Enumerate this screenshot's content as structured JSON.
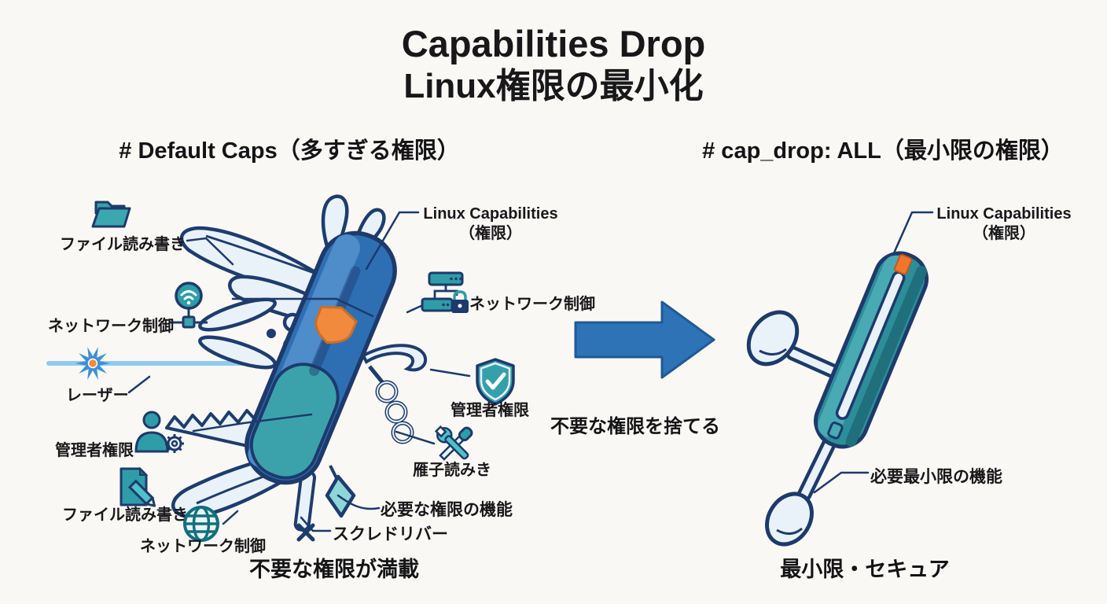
{
  "title": {
    "line1": "Capabilities Drop",
    "line2": "Linux権限の最小化"
  },
  "left_panel": {
    "header": "# Default Caps（多すぎる権限）",
    "labels": {
      "file_rw_top": "ファイル読み書き",
      "network_top": "ネットワーク制御",
      "laser": "レーザー",
      "admin_left": "管理者権限",
      "file_rw_bottom": "ファイル読み書き",
      "network_bottom": "ネットワーク制御",
      "linux_caps_line1": "Linux Capabilities",
      "linux_caps_line2": "（権限）",
      "network_right": "ネットワーク制御",
      "admin_right": "管理者権限",
      "tools": "雁子読みき",
      "required_func": "必要な権限の機能",
      "screwdriver": "スクレドリバー"
    },
    "caption": "不要な権限が満載"
  },
  "center": {
    "caption": "不要な権限を捨てる"
  },
  "right_panel": {
    "header": "# cap_drop: ALL（最小限の権限）",
    "labels": {
      "linux_caps_line1": "Linux Capabilities",
      "linux_caps_line2": "（権限）",
      "min_func": "必要最小限の機能"
    },
    "caption": "最小限・セキュア"
  },
  "icons": {
    "file_rw_top": "folder-icon",
    "network_top": "wifi-antenna-icon",
    "laser": "laser-beam-starburst-icon",
    "admin_left": "user-gear-icon",
    "file_rw_bottom": "file-pen-icon",
    "network_bottom": "globe-icon",
    "network_right": "server-lock-icon",
    "admin_right": "shield-check-icon",
    "tools": "wrench-screwdriver-icon",
    "transform": "right-arrow-icon"
  },
  "colors": {
    "background": "#faf8f5",
    "text": "#18181a",
    "outline_navy": "#1d3a6b",
    "knife_blue": "#2e6fb4",
    "teal": "#2f9da8",
    "blade_light": "#e9f2f8",
    "accent_orange": "#f18a3c",
    "arrow_blue": "#2d73b5",
    "laser_beam": "#8ecbee"
  }
}
